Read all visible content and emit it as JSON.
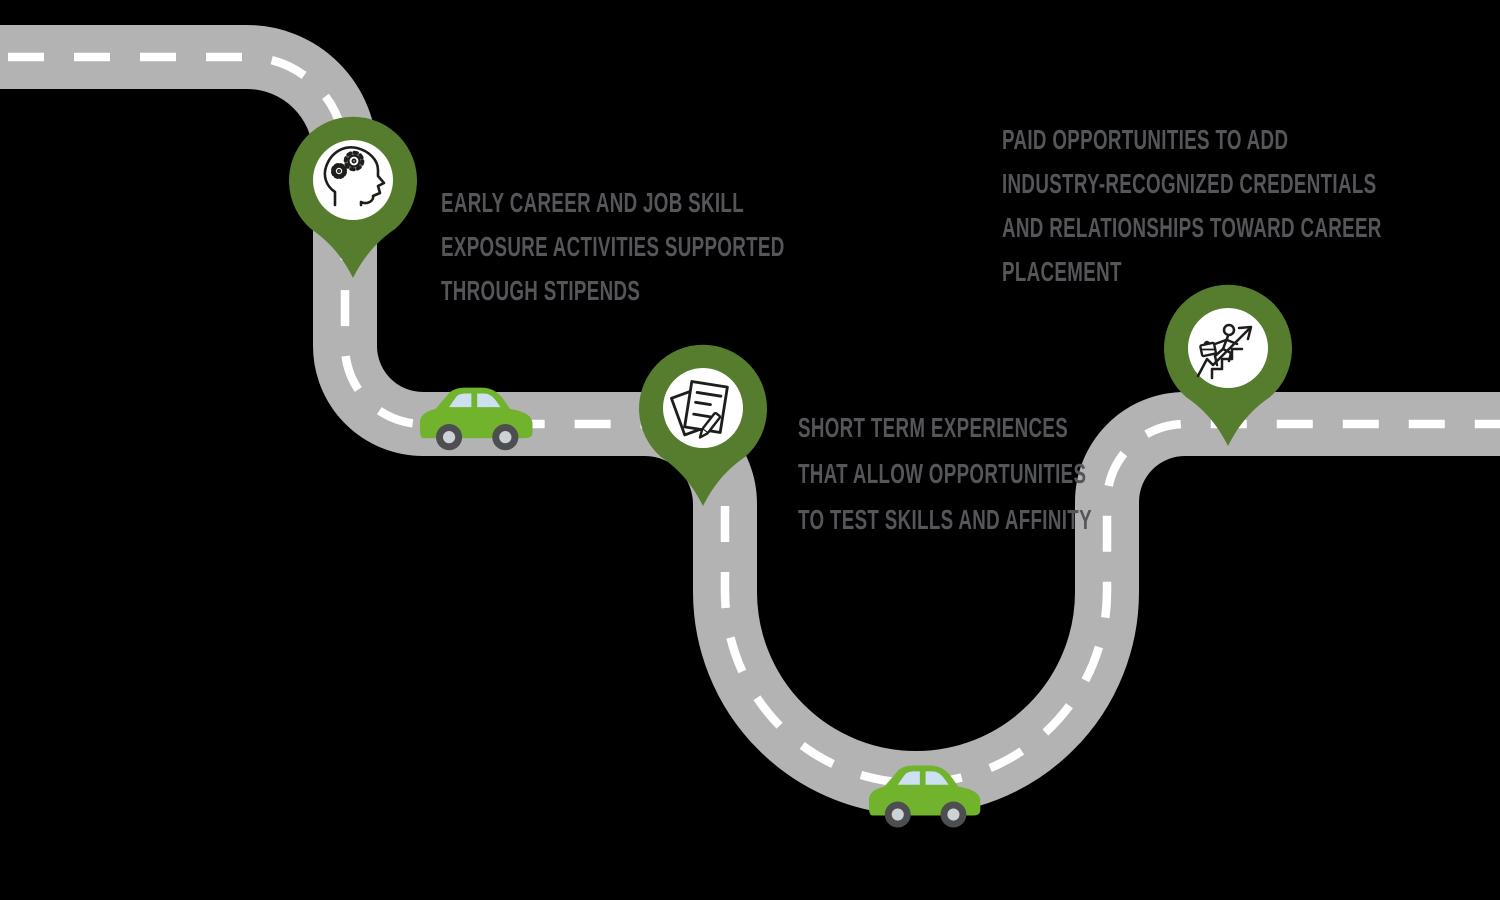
{
  "title": "Career pathway roadmap infographic",
  "background_color": "#000000",
  "road": {
    "color": "#b3b3b3",
    "dash_color": "#ffffff"
  },
  "pin_color": "#567d2e",
  "icon_line_color": "#1d1d1b",
  "car": {
    "body_color": "#71b32c",
    "window_color": "#cde0f2",
    "wheel_color": "#4d4e50",
    "hub_color": "#ccd2d6"
  },
  "text_color": "#55565a",
  "stops": [
    {
      "icon": "head-gears-icon",
      "lines": [
        "EARLY CAREER AND JOB SKILL",
        "EXPOSURE ACTIVITIES SUPPORTED",
        "THROUGH STIPENDS"
      ]
    },
    {
      "icon": "document-pen-icon",
      "lines": [
        "SHORT TERM EXPERIENCES",
        "THAT ALLOW OPPORTUNITIES",
        "TO TEST SKILLS AND AFFINITY"
      ]
    },
    {
      "icon": "career-growth-icon",
      "lines": [
        "PAID OPPORTUNITIES TO ADD",
        "INDUSTRY-RECOGNIZED CREDENTIALS",
        "AND RELATIONSHIPS TOWARD CAREER",
        "PLACEMENT"
      ]
    }
  ]
}
